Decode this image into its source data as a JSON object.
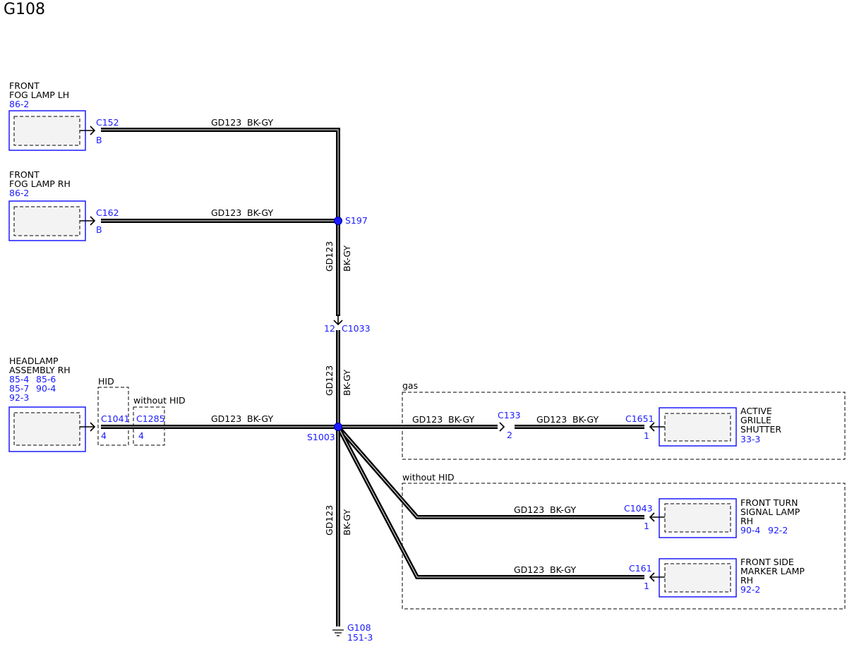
{
  "title": "G108",
  "wire_labels": {
    "circuit": "GD123",
    "color": "BK-GY"
  },
  "components": {
    "fog_lh": {
      "line1": "FRONT",
      "line2": "FOG LAMP LH",
      "ref": "86-2",
      "connector": "C152",
      "pin": "B"
    },
    "fog_rh": {
      "line1": "FRONT",
      "line2": "FOG LAMP RH",
      "ref": "86-2",
      "connector": "C162",
      "pin": "B"
    },
    "headlamp": {
      "line1": "HEADLAMP",
      "line2": "ASSEMBLY RH",
      "ref1": "85-4",
      "ref2": "85-6",
      "ref3": "85-7",
      "ref4": "90-4",
      "ref5": "92-3"
    },
    "shutter": {
      "line1": "ACTIVE",
      "line2": "GRILLE",
      "line3": "SHUTTER",
      "ref": "33-3",
      "connector": "C1651",
      "pin": "1"
    },
    "turn": {
      "line1": "FRONT TURN",
      "line2": "SIGNAL LAMP",
      "line3": "RH",
      "ref1": "90-4",
      "ref2": "92-2",
      "connector": "C1043",
      "pin": "1"
    },
    "marker": {
      "line1": "FRONT SIDE",
      "line2": "MARKER LAMP",
      "line3": "RH",
      "ref": "92-2",
      "connector": "C161",
      "pin": "1"
    }
  },
  "splices": {
    "s197": "S197",
    "s1003": "S1003"
  },
  "inline_connectors": {
    "c1033": {
      "name": "C1033",
      "pin": "12"
    },
    "c1041": {
      "name": "C1041",
      "pin": "4"
    },
    "c1285": {
      "name": "C1285",
      "pin": "4"
    },
    "c133": {
      "name": "C133",
      "pin": "2"
    }
  },
  "options": {
    "hid": "HID",
    "without_hid": "without HID",
    "gas": "gas",
    "without_hid_group": "without HID"
  },
  "ground": {
    "name": "G108",
    "ref": "151-3"
  }
}
